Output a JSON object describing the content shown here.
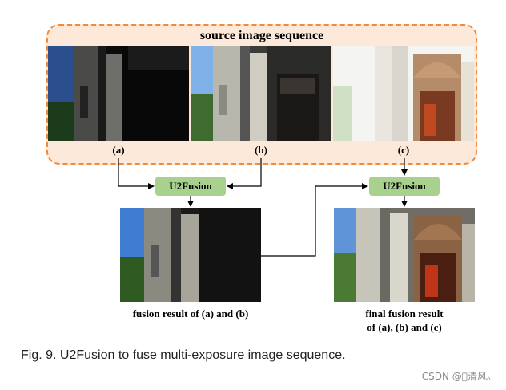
{
  "diagram": {
    "source_title": "source image sequence",
    "labels": {
      "a": "(a)",
      "b": "(b)",
      "c": "(c)"
    },
    "fusion_node_1": "U2Fusion",
    "fusion_node_2": "U2Fusion",
    "result_1_caption": "fusion result of (a) and (b)",
    "result_2_caption_line1": "final fusion result",
    "result_2_caption_line2": "of (a), (b) and (c)"
  },
  "figure_caption": "Fig. 9. U2Fusion to fuse multi-exposure image sequence.",
  "watermark": "CSDN @\u0000清风。",
  "colors": {
    "box_border": "#f08a3c",
    "box_fill": "#fde9d9",
    "node_fill": "#a9d18e",
    "arrow": "#000000"
  }
}
